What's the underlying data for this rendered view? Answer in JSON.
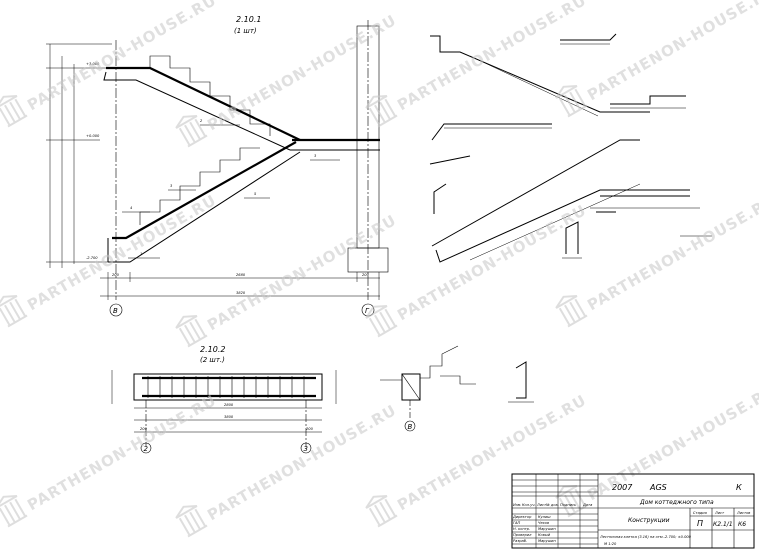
{
  "watermark": {
    "text": "PARTHENON-HOUSE.RU",
    "logo_icon": "column-logo-icon"
  },
  "views": {
    "view1": {
      "mark": "2.10.1",
      "qty": "(1 шт)"
    },
    "view2": {
      "mark": "2.10.2",
      "qty": "(2 шт.)"
    }
  },
  "axes": {
    "v": "В",
    "g": "Г",
    "two": "2",
    "three": "3",
    "b": "В"
  },
  "dims_view1": {
    "bottom_chain": [
      "200",
      "2680",
      "200"
    ],
    "bottom_total": "3820",
    "levels": [
      "+3.000",
      "+0.000",
      "-2.700"
    ]
  },
  "dims_view2": {
    "rows": [
      "2800",
      "3800",
      "200",
      "200"
    ]
  },
  "title_block": {
    "year": "2007",
    "org": "AGS",
    "mark_k": "К",
    "project": "Дом коттеджного типа",
    "section": "Конструкции",
    "drawing": "Лестничная клетка (3.16) на отм.-2.700; ±0.000",
    "scale": "М 1:20",
    "stage_label": "Стадия",
    "stage": "П",
    "sheet_label": "Лист",
    "sheet": "К2.1/1",
    "sheets_label": "Листов",
    "sheets": "К6",
    "roles": [
      "Директор",
      "ГАП",
      "Н. контр.",
      "Проверил",
      "Разраб."
    ],
    "names": [
      "Кулиш",
      "Чехов",
      "Марушин",
      "Ковый",
      "Марушин"
    ],
    "headers": [
      "Изм.",
      "Кол.уч.",
      "Лист",
      "№ док.",
      "Подпись",
      "Дата"
    ]
  }
}
